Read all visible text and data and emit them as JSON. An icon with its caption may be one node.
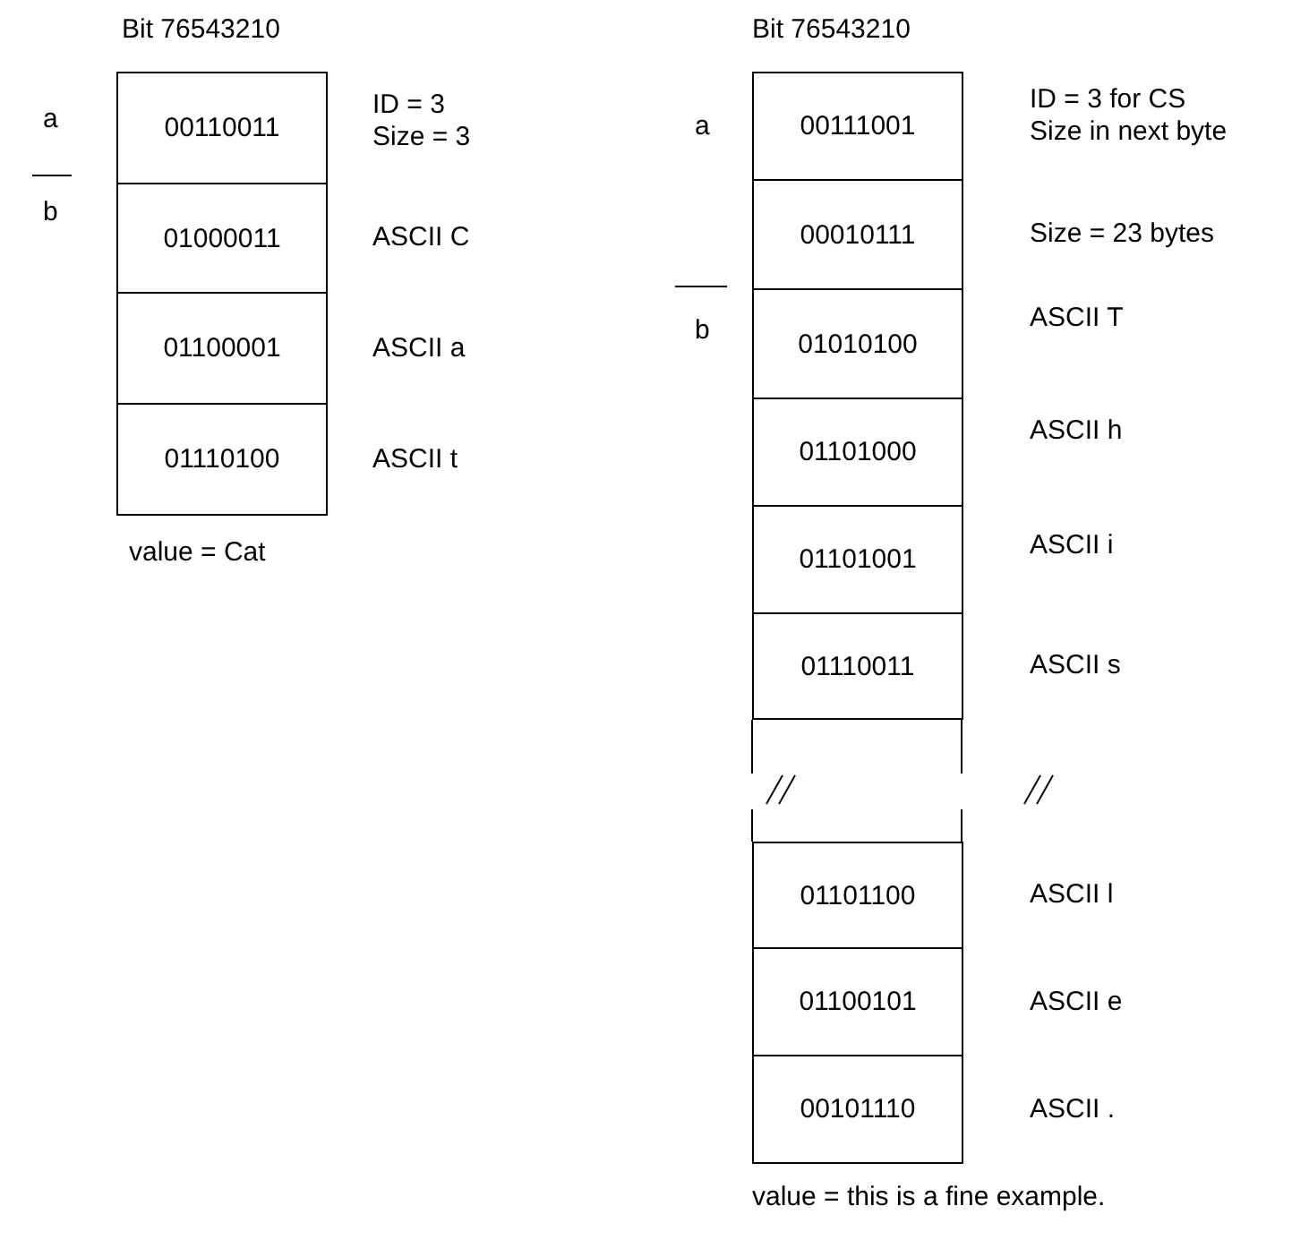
{
  "diagram": {
    "nodes": [
      {
        "text": [
          "00110011"
        ],
        "beside": [
          "ID = 3",
          "Size  = 3"
        ]
      },
      {
        "text": [
          "01000011"
        ],
        "beside": [
          "ASCII C"
        ]
      },
      {
        "text": [
          "01100001"
        ],
        "beside": [
          "ASCII a"
        ]
      },
      {
        "text": [
          "01110100"
        ],
        "beside": [
          "ASCII t"
        ]
      },
      {
        "text": [
          "00111001"
        ],
        "beside": [
          "ID = 3 for CS",
          "Size  in next byte"
        ]
      },
      {
        "text": [
          "00010111"
        ],
        "beside": [
          "Size = 23 bytes"
        ]
      },
      {
        "text": [
          "01010100"
        ],
        "beside": [
          "ASCII T"
        ]
      },
      {
        "text": [
          "01101000"
        ],
        "beside": [
          "ASCII h"
        ]
      },
      {
        "text": [
          "01101001"
        ],
        "beside": [
          "ASCII i"
        ]
      },
      {
        "text": [
          "01110011"
        ],
        "beside": [
          "ASCII s"
        ]
      },
      {
        "text": [
          "01101100"
        ],
        "beside": [
          "ASCII l"
        ]
      },
      {
        "text": [
          "01100101"
        ],
        "beside": [
          "ASCII e"
        ]
      },
      {
        "text": [
          "00101110"
        ],
        "beside": [
          "ASCII ."
        ]
      }
    ],
    "labels": [
      "Bit  76543210",
      "a",
      "b",
      "value = Cat",
      "Bit  76543210",
      "a",
      "b",
      "value = this is a fine example."
    ]
  }
}
